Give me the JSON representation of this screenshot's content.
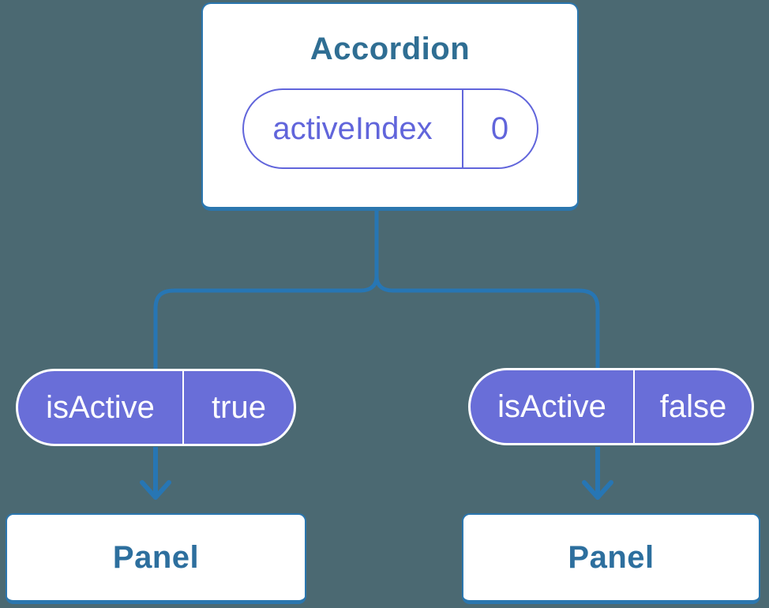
{
  "colors": {
    "background": "#4B6972",
    "connector_blue": "#2776B4",
    "card_border_blue": "#2B76AE",
    "card_background": "#FFFFFF",
    "component_title_text": "#2F6E93",
    "panel_label_text": "#2D6F9E",
    "state_pill_purple": "#6165DB",
    "prop_pill_purple": "#696ED8",
    "prop_pill_text": "#FFFFFF"
  },
  "tree": {
    "root": {
      "title": "Accordion",
      "state": {
        "name": "activeIndex",
        "value": "0"
      }
    },
    "children": [
      {
        "prop": {
          "name": "isActive",
          "value": "true"
        },
        "component": "Panel"
      },
      {
        "prop": {
          "name": "isActive",
          "value": "false"
        },
        "component": "Panel"
      }
    ]
  }
}
